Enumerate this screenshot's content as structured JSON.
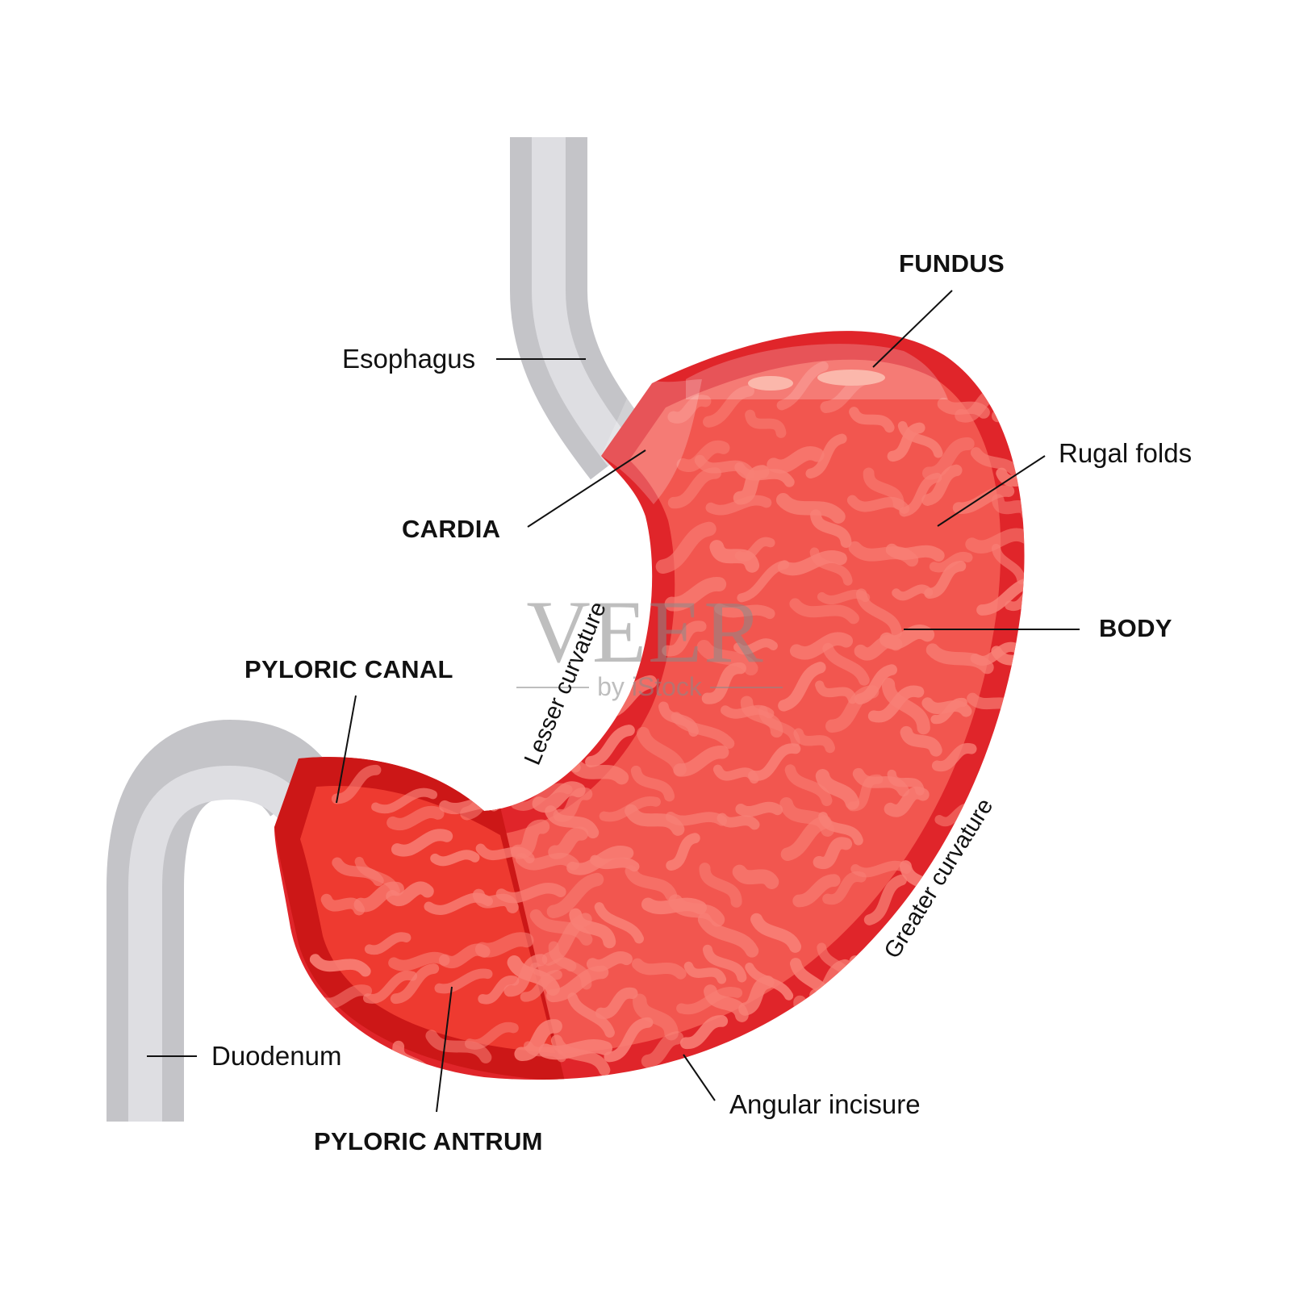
{
  "labels": {
    "esophagus": "Esophagus",
    "fundus": "FUNDUS",
    "rugal_folds": "Rugal folds",
    "cardia": "CARDIA",
    "body": "BODY",
    "pyloric_canal": "PYLORIC CANAL",
    "lesser_curvature": "Lesser curvature",
    "greater_curvature": "Greater curvature",
    "duodenum": "Duodenum",
    "angular_incisure": "Angular incisure",
    "pyloric_antrum": "PYLORIC ANTRUM"
  },
  "watermark": {
    "brand": "VEER",
    "sub": "by iStock"
  },
  "colors": {
    "stomach_outer": "#e0252a",
    "stomach_inner": "#f2564f",
    "antrum_outer": "#cc1717",
    "antrum_inner": "#ee3a30",
    "rugae": "#f88076",
    "tube_dark": "#c4c4c8",
    "tube_light": "#dedee2",
    "leader": "#111111"
  }
}
